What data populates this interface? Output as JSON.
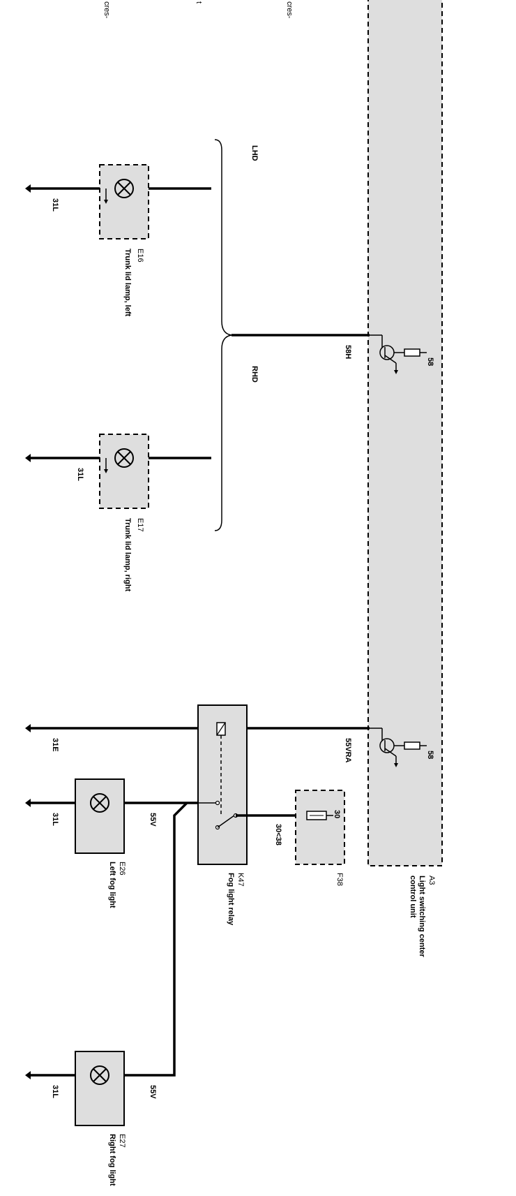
{
  "top_fragments": {
    "left": "cres-",
    "mid": "t",
    "right": "cres-"
  },
  "brace_labels": {
    "lhd": "LHD",
    "rhd": "RHD"
  },
  "control_unit": {
    "id": "A3",
    "name_line1": "Light switching center",
    "name_line2": "control unit",
    "pin_upper": "58",
    "pin_lower": "58",
    "wire_upper": "58H",
    "wire_lower": "55VRA"
  },
  "trunk_lamp_left": {
    "id": "E16",
    "name": "Trunk lid lamp, left",
    "ground": "31L"
  },
  "trunk_lamp_right": {
    "id": "E17",
    "name": "Trunk lid lamp, right",
    "ground": "31L"
  },
  "relay": {
    "id": "K47",
    "name": "Fog light relay",
    "ground": "31E",
    "wire": "30<38"
  },
  "fuse": {
    "id": "F38",
    "pin": "30"
  },
  "fog_left": {
    "id": "E26",
    "name": "Left fog light",
    "ground": "31L",
    "wire": "55V"
  },
  "fog_right": {
    "id": "E27",
    "name": "Right fog light",
    "ground": "31L",
    "wire": "55V"
  }
}
